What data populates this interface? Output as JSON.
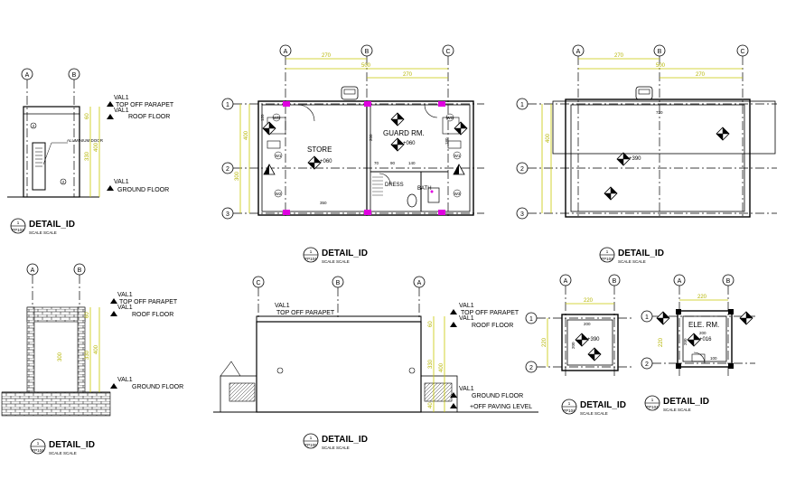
{
  "sheet": {
    "grid_labels": {
      "a": "A",
      "b": "B",
      "c": "C",
      "r1": "1",
      "r2": "2",
      "r3": "3"
    },
    "callout": {
      "number": "1",
      "sheet_ref": "FP104",
      "title": "DETAIL_ID",
      "scale": "SCALE  SCALE"
    },
    "callout_alt_ref": "FP106",
    "levels": {
      "val": "VAL1",
      "parapet": "TOP OFF PARAPET",
      "roof": "ROOF FLOOR",
      "ground": "GROUND FLOOR",
      "paving": "+OFF PAVING LEVEL"
    },
    "rooms": {
      "store": "STORE",
      "guard": "GUARD RM.",
      "dress": "DRESS",
      "bath": "BATH",
      "ele": "ELE. RM."
    },
    "elevations": {
      "store": "+060",
      "guard": "+060",
      "roof": "+390",
      "cube1": "+390",
      "cube2": "+016"
    },
    "tags": {
      "w1": "W1",
      "wd": "WD",
      "w1b": "W1",
      "wd2": "W2",
      "wd3": "W3"
    },
    "dims": {
      "d270": "270",
      "d220": "220",
      "d200": "200",
      "d720": "720",
      "d350": "350",
      "d60": "60",
      "d330": "330",
      "d400": "400",
      "d70": "70",
      "d90": "90",
      "d140": "140",
      "d120": "120",
      "d180": "180",
      "d100": "100",
      "d300": "300",
      "d10": "10",
      "d40": "40",
      "d500": "500"
    },
    "door_note": "ALUMINIUM DOOR"
  }
}
